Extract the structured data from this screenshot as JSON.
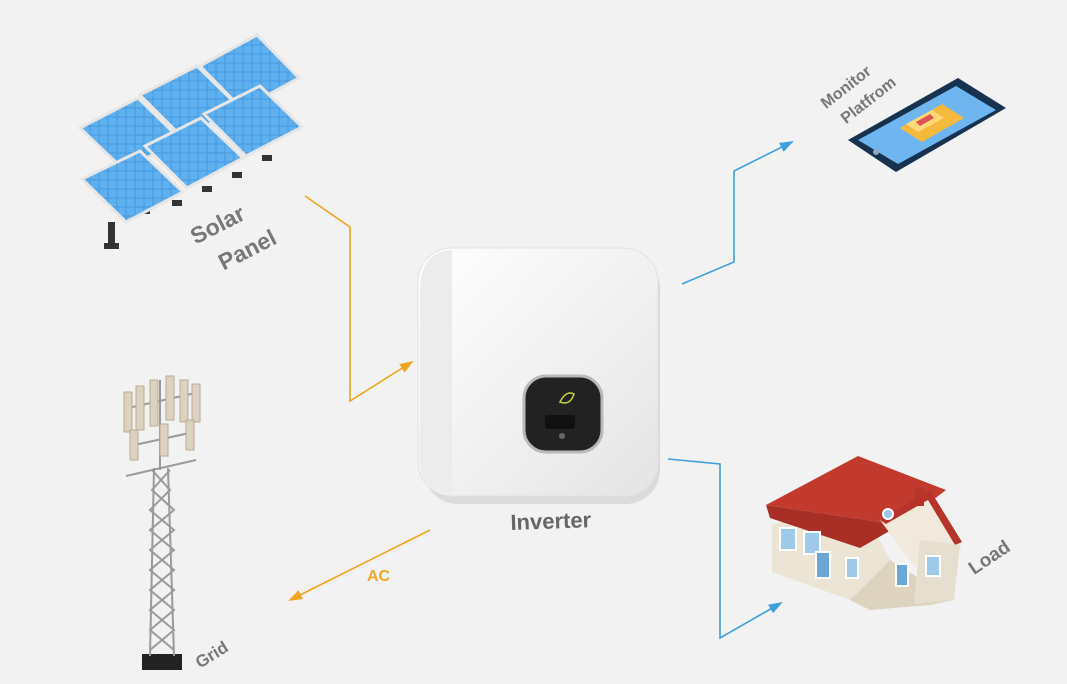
{
  "colors": {
    "background": "#f2f2f2",
    "dc_flow": "#f0a521",
    "comm_flow": "#3f9fdc",
    "label_gray": "#777777"
  },
  "nodes": {
    "solar_panel": {
      "line1": "Solar",
      "line2": "Panel",
      "icon": "solar-panel-array"
    },
    "inverter": {
      "label": "Inverter",
      "icon": "inverter-box"
    },
    "monitor": {
      "line1": "Monitor",
      "line2": "Platfrom",
      "icon": "smartphone"
    },
    "load": {
      "label": "Load",
      "icon": "house"
    },
    "grid": {
      "label": "Grid",
      "icon": "transmission-tower"
    }
  },
  "flows": {
    "ac_label": "AC"
  }
}
